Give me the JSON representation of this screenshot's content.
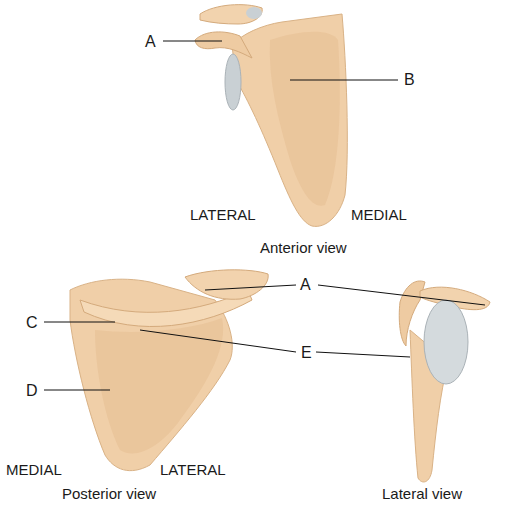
{
  "diagram": {
    "labels": [
      "A",
      "B",
      "LATERAL",
      "MEDIAL",
      "Anterior view",
      "A",
      "C",
      "E",
      "D",
      "MEDIAL",
      "LATERAL",
      "Posterior view",
      "Lateral view"
    ]
  }
}
